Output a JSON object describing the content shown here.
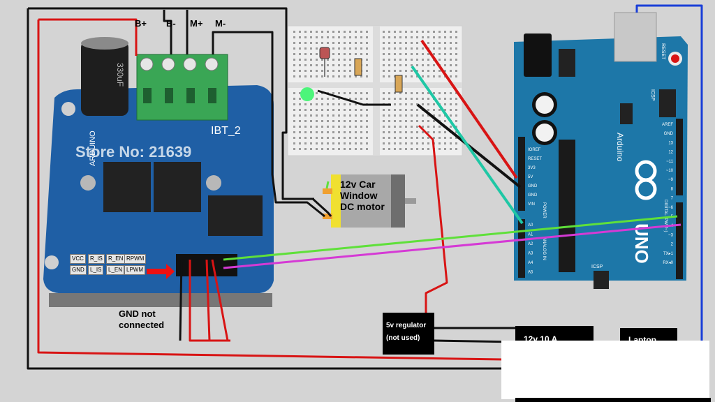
{
  "driver": {
    "terminals": [
      "B+",
      "B-",
      "M+",
      "M-"
    ],
    "model": "IBT_2",
    "brand": "ARDUINO",
    "watermark": "Store No: 21639",
    "capacitor": "330uF",
    "pins_row1": [
      "VCC",
      "R_IS",
      "R_EN",
      "RPWM"
    ],
    "pins_row2": [
      "GND",
      "L_IS",
      "L_EN",
      "LPWM"
    ]
  },
  "motor": {
    "label": [
      "12v Car",
      "Window",
      "DC motor"
    ]
  },
  "note": {
    "lines": [
      "GND not",
      "connected"
    ]
  },
  "regulator": {
    "lines": [
      "5v regulator",
      "(not used)"
    ]
  },
  "psu": {
    "label": "12v 10 A"
  },
  "laptop": {
    "label": "Laptop"
  },
  "arduino": {
    "logo": "Arduino",
    "model": "UNO",
    "reset": "RESET",
    "icsp": "ICSP",
    "power_pins": [
      "IOREF",
      "RESET",
      "3V3",
      "5V",
      "GND",
      "GND",
      "VIN"
    ],
    "analog_pins": [
      "A0",
      "A1",
      "A2",
      "A3",
      "A4",
      "A5"
    ],
    "digital_pins": [
      "AREF",
      "GND",
      "13",
      "12",
      "~11",
      "~10",
      "~9",
      "8",
      "7",
      "~6",
      "~5",
      "4",
      "~3",
      "2",
      "TX▸1",
      "RX◂0"
    ],
    "section_power": "POWER",
    "section_analog": "ANALOG IN",
    "section_digital": "DIGITAL (PWM~)"
  },
  "colors": {
    "background": "#d4d4d4",
    "board_blue": "#1d77a8",
    "driver_blue": "#1f5fa5",
    "terminal_green": "#3aa655",
    "wire_red": "#d81414",
    "wire_black": "#111111",
    "wire_green": "#5fe03a",
    "wire_magenta": "#d53ad5",
    "wire_teal": "#1fc7a5",
    "wire_blue": "#1a3fd8"
  }
}
